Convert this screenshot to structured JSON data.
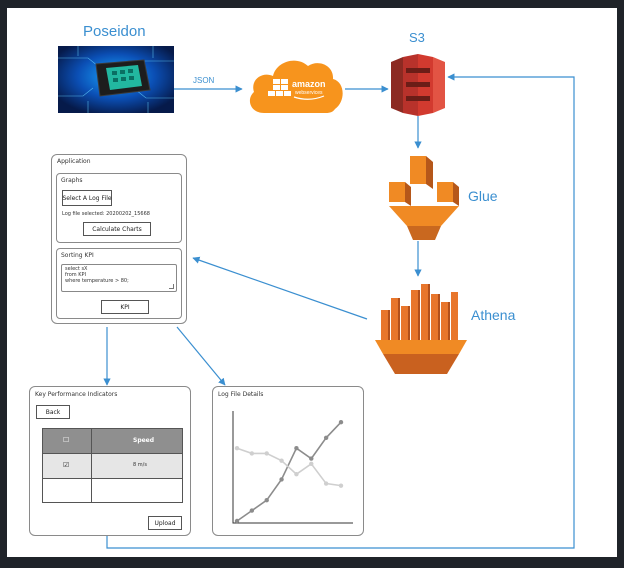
{
  "nodes": {
    "poseidon": "Poseidon",
    "json": "JSON",
    "aws_top": "amazon",
    "aws_bottom": "webservices",
    "s3": "S3",
    "glue": "Glue",
    "athena": "Athena"
  },
  "app": {
    "title": "Application",
    "graphs": {
      "title": "Graphs",
      "select_button": "Select A Log File",
      "selected_text": "Log file selected: 20200202_15668",
      "calc_button": "Calculate Charts"
    },
    "kpi": {
      "title": "Sorting KPI",
      "query_lines": [
        "select sX",
        "from KPI",
        "where temperature > 80;"
      ],
      "kpi_button": "KPI"
    }
  },
  "kpi_panel": {
    "title": "Key Performance Indicators",
    "back_button": "Back",
    "table_header": [
      "☐",
      "Speed"
    ],
    "table_rows": [
      [
        "☑",
        "8 m/s"
      ],
      [
        "",
        ""
      ]
    ],
    "upload_button": "Upload"
  },
  "log_panel": {
    "title": "Log File Details"
  },
  "colors": {
    "accent_blue": "#3b8fd0",
    "aws_orange": "#f7941d",
    "s3_red": "#d23a2f",
    "glue_orange": "#f08a24",
    "athena_orange": "#e8762c",
    "line_dark": "#8c8c8c",
    "line_light": "#cfcfcf"
  },
  "chart_data": {
    "type": "line",
    "series": [
      {
        "values": [
          0,
          1,
          2,
          4,
          7,
          6,
          8,
          9.5
        ]
      },
      {
        "values": [
          7,
          6.5,
          6.5,
          5.8,
          4.5,
          5.5,
          3.6,
          3.4
        ]
      }
    ]
  }
}
